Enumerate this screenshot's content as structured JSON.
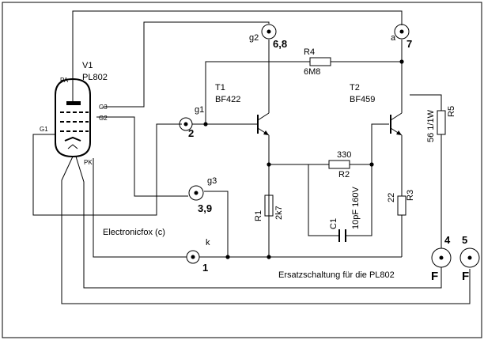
{
  "tube": {
    "ref": "V1",
    "type": "PL802",
    "pin_pa": "PA",
    "pin_g3": "G3",
    "pin_g2": "G2",
    "pin_g1": "G1",
    "pin_pk": "PK"
  },
  "transistors": [
    {
      "ref": "T1",
      "type": "BF422"
    },
    {
      "ref": "T2",
      "type": "BF459"
    }
  ],
  "resistors": [
    {
      "ref": "R1",
      "value": "2k7"
    },
    {
      "ref": "R2",
      "value": "330"
    },
    {
      "ref": "R3",
      "value": "22"
    },
    {
      "ref": "R4",
      "value": "6M8"
    },
    {
      "ref": "R5",
      "value": "56 1/1W"
    }
  ],
  "capacitor": {
    "ref": "C1",
    "value": "10pF 160V"
  },
  "terminals": {
    "g2": {
      "label": "g2",
      "pin": "6,8"
    },
    "a": {
      "label": "a",
      "pin": "7"
    },
    "g1": {
      "label": "g1",
      "pin": "2"
    },
    "g3": {
      "label": "g3",
      "pin": "3,9"
    },
    "k": {
      "label": "k",
      "pin": "1"
    },
    "f4": {
      "label": "F",
      "pin": "4"
    },
    "f5": {
      "label": "F",
      "pin": "5"
    }
  },
  "credit": "Electronicfox (c)",
  "caption": "Ersatzschaltung für die PL802"
}
